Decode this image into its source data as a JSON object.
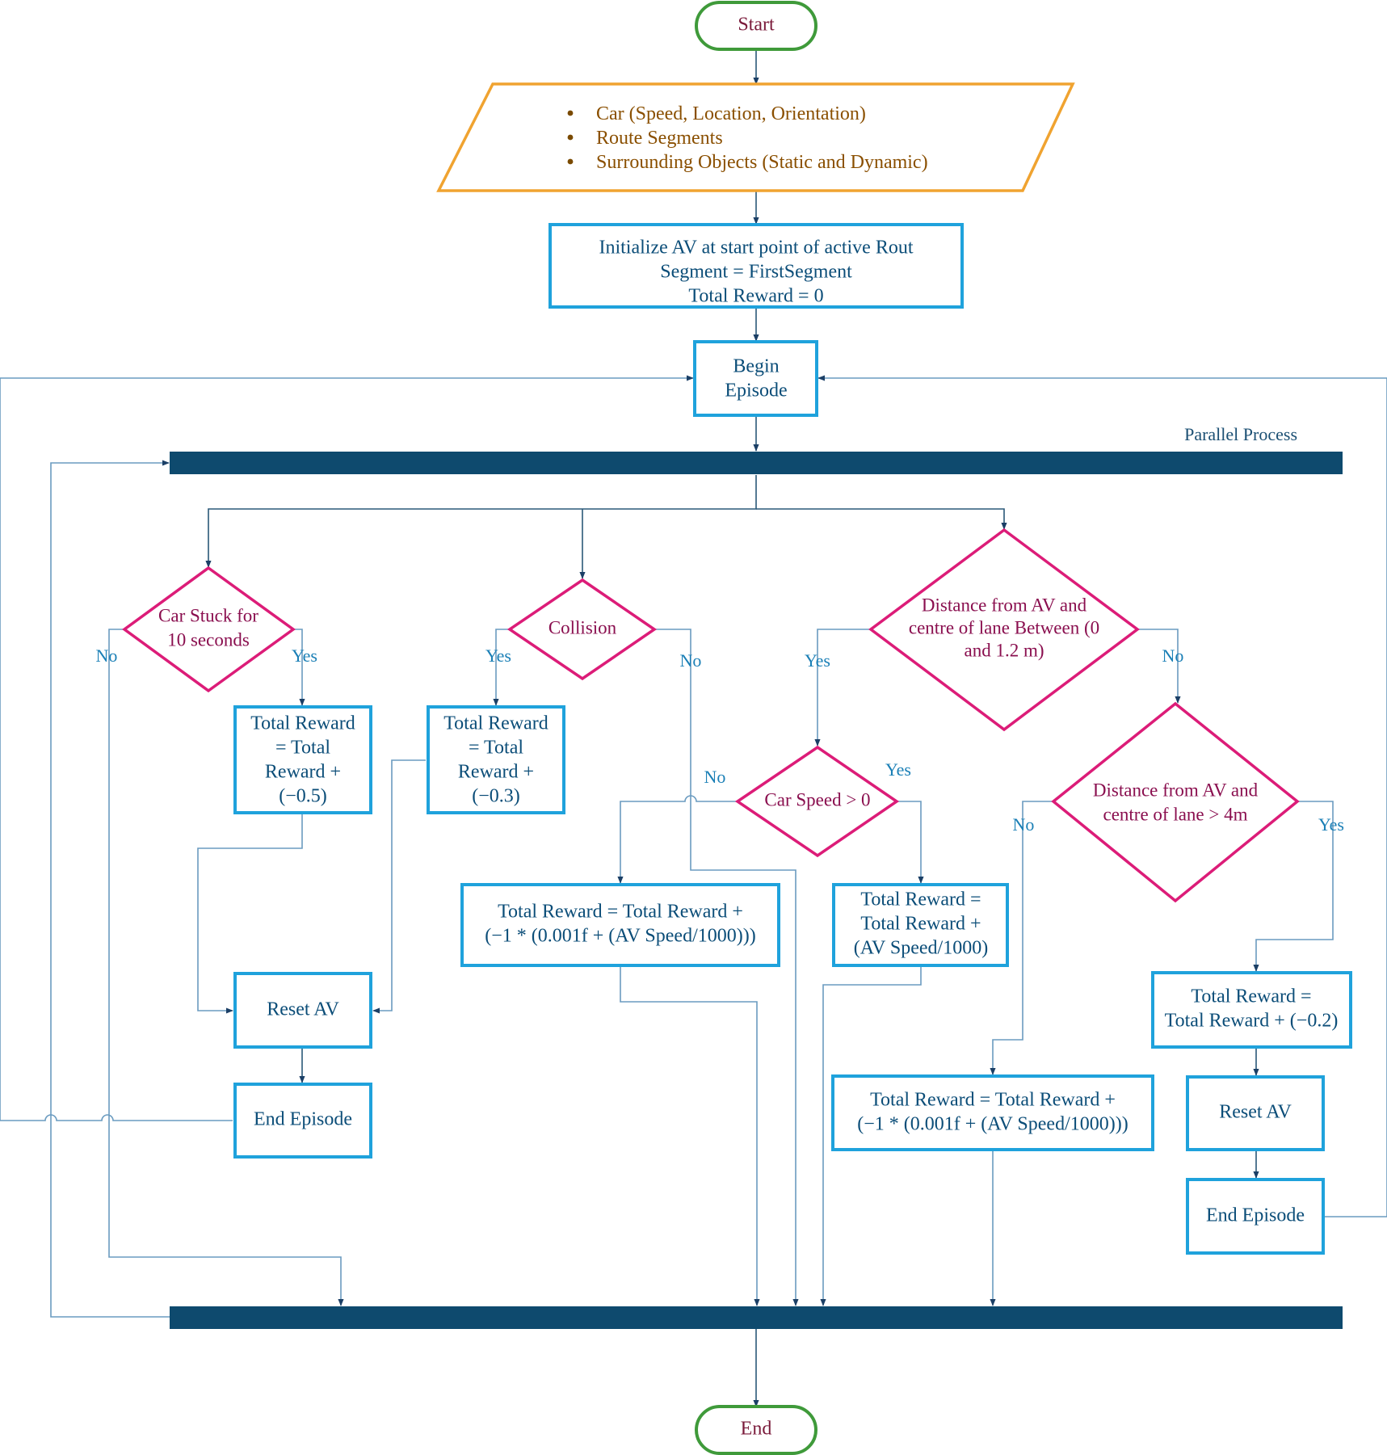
{
  "start": {
    "label": "Start"
  },
  "end": {
    "label": "End"
  },
  "inputs": {
    "items": [
      "Car (Speed, Location, Orientation)",
      "Route Segments",
      "Surrounding Objects (Static and Dynamic)"
    ]
  },
  "init": {
    "lines": [
      "Initialize AV at start point of active Rout",
      "Segment = FirstSegment",
      "Total Reward = 0"
    ]
  },
  "begin_episode": {
    "lines": [
      "Begin",
      "Episode"
    ]
  },
  "parallel": {
    "label": "Parallel Process"
  },
  "decisions": {
    "stuck": {
      "lines": [
        "Car Stuck for",
        "10 seconds"
      ]
    },
    "collision": {
      "lines": [
        "Collision"
      ]
    },
    "distance_range": {
      "lines": [
        "Distance from AV and",
        "centre of lane Between (0",
        "and 1.2 m)"
      ]
    },
    "car_speed": {
      "lines": [
        "Car Speed > 0"
      ]
    },
    "distance_far": {
      "lines": [
        "Distance from AV and",
        "centre of lane > 4m"
      ]
    }
  },
  "branch_labels": {
    "stuck_no": "No",
    "stuck_yes": "Yes",
    "collision_yes": "Yes",
    "collision_no": "No",
    "range_yes": "Yes",
    "range_no": "No",
    "speed_no": "No",
    "speed_yes": "Yes",
    "far_no": "No",
    "far_yes": "Yes"
  },
  "boxes": {
    "reward_stuck": {
      "lines": [
        "Total Reward",
        "= Total",
        "Reward +",
        "(−0.5)"
      ]
    },
    "reward_collision": {
      "lines": [
        "Total Reward",
        "= Total",
        "Reward +",
        "(−0.3)"
      ]
    },
    "reward_speed_no": {
      "lines": [
        "Total Reward = Total Reward +",
        "(−1 * (0.001f + (AV Speed/1000)))"
      ]
    },
    "reward_speed_yes": {
      "lines": [
        "Total Reward =",
        "Total Reward +",
        "(AV Speed/1000)"
      ]
    },
    "reward_far_no": {
      "lines": [
        "Total Reward = Total Reward +",
        "(−1 * (0.001f + (AV Speed/1000)))"
      ]
    },
    "reward_far_yes": {
      "lines": [
        "Total Reward =",
        "Total Reward + (−0.2)"
      ]
    },
    "reset_left": {
      "lines": [
        "Reset AV"
      ]
    },
    "end_episode_left": {
      "lines": [
        "End Episode"
      ]
    },
    "reset_right": {
      "lines": [
        "Reset AV"
      ]
    },
    "end_episode_right": {
      "lines": [
        "End Episode"
      ]
    }
  }
}
